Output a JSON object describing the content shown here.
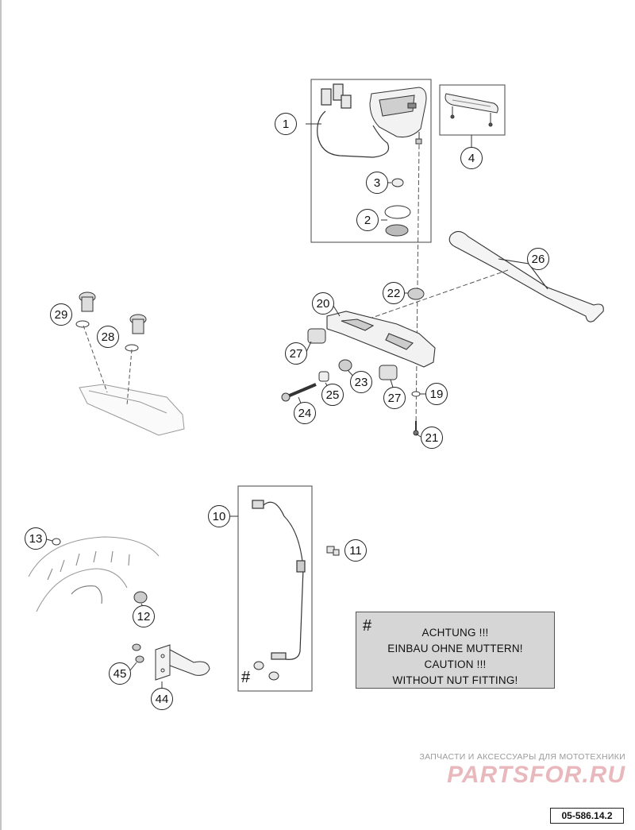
{
  "callouts": {
    "c1": "1",
    "c2": "2",
    "c3": "3",
    "c4": "4",
    "c10": "10",
    "c11": "11",
    "c12": "12",
    "c13": "13",
    "c19": "19",
    "c20": "20",
    "c21": "21",
    "c22": "22",
    "c23": "23",
    "c24": "24",
    "c25": "25",
    "c26": "26",
    "c27a": "27",
    "c27b": "27",
    "c28": "28",
    "c29": "29",
    "c44": "44",
    "c45": "45"
  },
  "notice": {
    "symbol": "#",
    "lines": [
      "ACHTUNG !!!",
      "EINBAU OHNE MUTTERN!",
      "CAUTION !!!",
      "WITHOUT NUT FITTING!"
    ]
  },
  "sensor_mark": "#",
  "watermark": {
    "tagline": "ЗАПЧАСТИ И АКСЕССУАРЫ ДЛЯ МОТОТЕХНИКИ",
    "logo": "PARTSFOR.RU"
  },
  "document_code": "05-586.14.2"
}
